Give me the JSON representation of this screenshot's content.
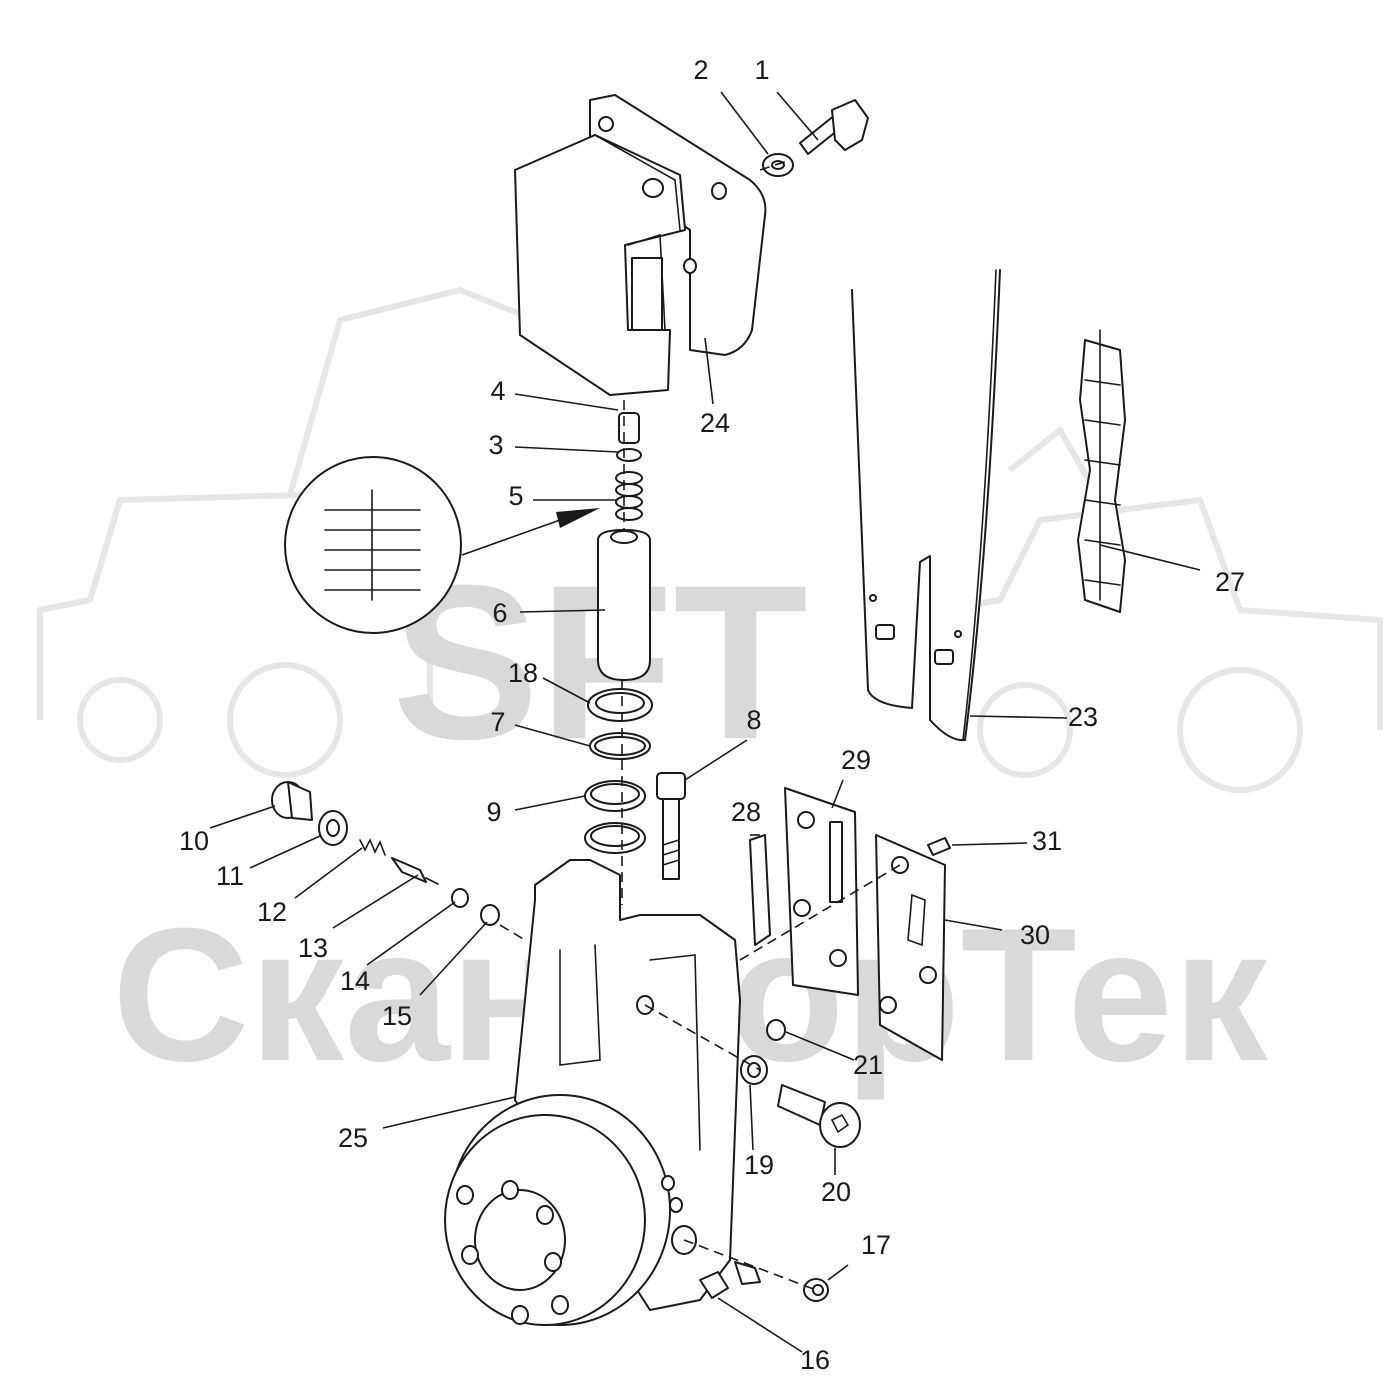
{
  "watermark": {
    "logo_text": "SFT",
    "company_text": "СканфорТек"
  },
  "callouts": [
    {
      "id": "1",
      "label": "1"
    },
    {
      "id": "2",
      "label": "2"
    },
    {
      "id": "3",
      "label": "3"
    },
    {
      "id": "4",
      "label": "4"
    },
    {
      "id": "5",
      "label": "5"
    },
    {
      "id": "6",
      "label": "6"
    },
    {
      "id": "7",
      "label": "7"
    },
    {
      "id": "8",
      "label": "8"
    },
    {
      "id": "9",
      "label": "9"
    },
    {
      "id": "10",
      "label": "10"
    },
    {
      "id": "11",
      "label": "11"
    },
    {
      "id": "12",
      "label": "12"
    },
    {
      "id": "13",
      "label": "13"
    },
    {
      "id": "14",
      "label": "14"
    },
    {
      "id": "15",
      "label": "15"
    },
    {
      "id": "16",
      "label": "16"
    },
    {
      "id": "17",
      "label": "17"
    },
    {
      "id": "18",
      "label": "18"
    },
    {
      "id": "19",
      "label": "19"
    },
    {
      "id": "20",
      "label": "20"
    },
    {
      "id": "21",
      "label": "21"
    },
    {
      "id": "23",
      "label": "23"
    },
    {
      "id": "24",
      "label": "24"
    },
    {
      "id": "25",
      "label": "25"
    },
    {
      "id": "27",
      "label": "27"
    },
    {
      "id": "28",
      "label": "28"
    },
    {
      "id": "29",
      "label": "29"
    },
    {
      "id": "30",
      "label": "30"
    },
    {
      "id": "31",
      "label": "31"
    }
  ]
}
